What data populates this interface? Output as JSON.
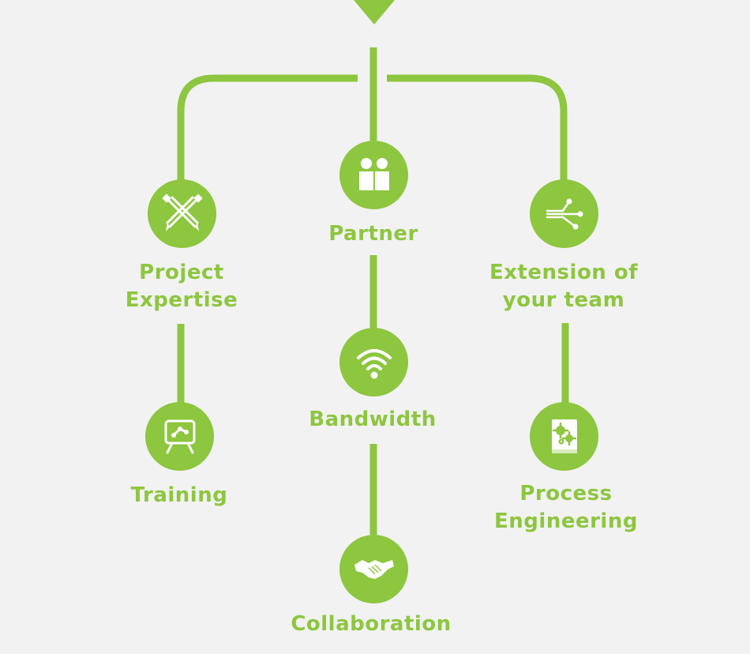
{
  "theme": {
    "accent": "#8dc63f",
    "background": "#f2f2f2",
    "icon_fg": "#ffffff"
  },
  "nodes": {
    "partner": {
      "label": [
        "Partner"
      ],
      "icon": "two-people-icon"
    },
    "project": {
      "label": [
        "Project",
        "Expertise"
      ],
      "icon": "crossed-pencils-icon"
    },
    "extension": {
      "label": [
        "Extension of",
        "your team"
      ],
      "icon": "network-branch-icon"
    },
    "training": {
      "label": [
        "Training"
      ],
      "icon": "presentation-board-icon"
    },
    "bandwidth": {
      "label": [
        "Bandwidth"
      ],
      "icon": "wifi-icon"
    },
    "process": {
      "label": [
        "Process",
        "Engineering"
      ],
      "icon": "gear-book-icon"
    },
    "collaboration": {
      "label": [
        "Collaboration"
      ],
      "icon": "handshake-icon"
    }
  }
}
